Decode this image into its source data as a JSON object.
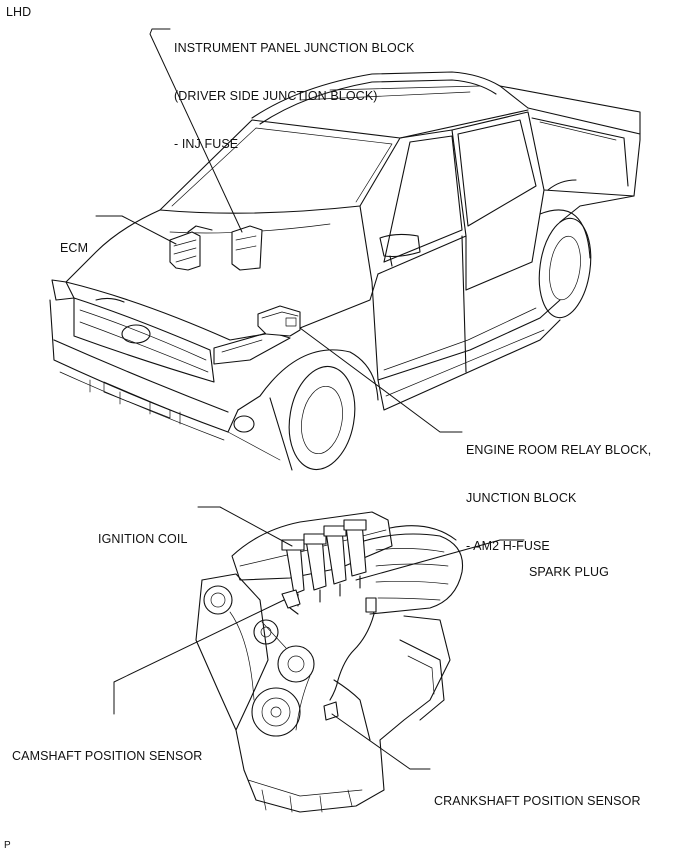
{
  "corner_tag": "LHD",
  "footer_tag": "P",
  "callouts": {
    "ij_block": {
      "lines": [
        "INSTRUMENT PANEL JUNCTION BLOCK",
        "(DRIVER SIDE JUNCTION BLOCK)",
        "- INJ FUSE"
      ]
    },
    "ecm": {
      "lines": [
        "ECM"
      ]
    },
    "engine_room": {
      "lines": [
        "ENGINE ROOM RELAY BLOCK,",
        "JUNCTION BLOCK",
        "- AM2 H-FUSE"
      ]
    },
    "ignition_coil": {
      "lines": [
        "IGNITION COIL"
      ]
    },
    "spark_plug": {
      "lines": [
        "SPARK PLUG"
      ]
    },
    "camshaft": {
      "lines": [
        "CAMSHAFT POSITION SENSOR"
      ]
    },
    "crankshaft": {
      "lines": [
        "CRANKSHAFT POSITION SENSOR"
      ]
    }
  }
}
